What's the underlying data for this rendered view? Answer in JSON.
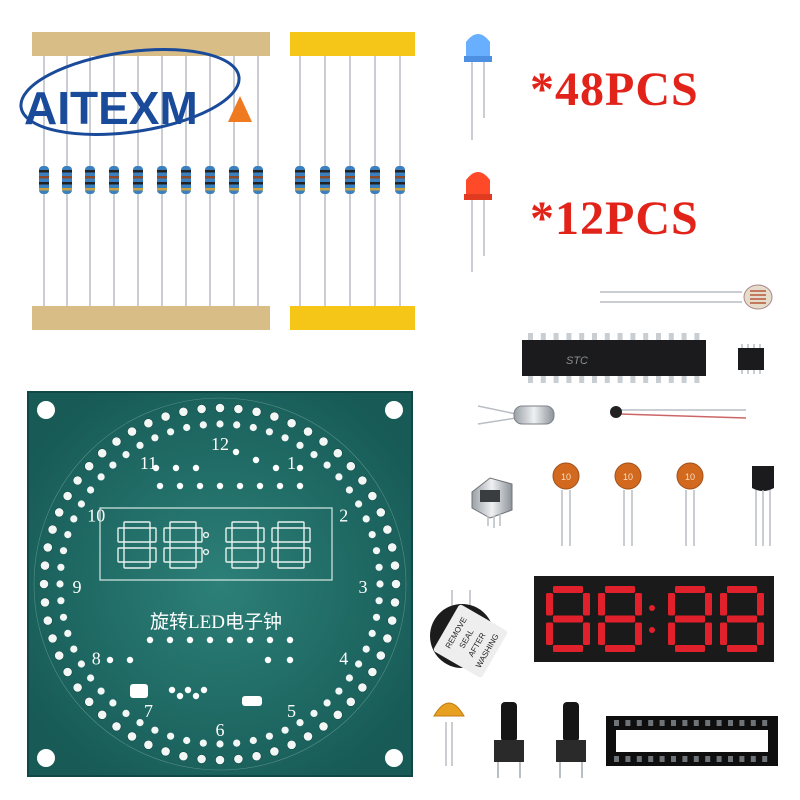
{
  "brand": {
    "logo_text": "AITEXM"
  },
  "labels": {
    "qty_a": "*48PCS",
    "qty_b": "*12PCS"
  },
  "pcb": {
    "hours": [
      "12",
      "1",
      "2",
      "3",
      "4",
      "5",
      "6",
      "7",
      "8",
      "9",
      "10",
      "11"
    ],
    "caption": "旋转LED电子钟",
    "display_text": "88:88"
  },
  "parts": {
    "chip_text": "STC",
    "ceramic_cap_code": "10",
    "buzzer_sticker": [
      "REMOVE",
      "SEAL",
      "AFTER",
      "WASHING"
    ]
  },
  "colors": {
    "pcb_green": "#1f6f6a",
    "seg_red": "#e0202a",
    "tape_tan": "#d9bd86",
    "tape_yellow": "#f5c518",
    "label_red": "#e2231a",
    "logo_blue": "#1a4a9a",
    "logo_orange": "#f07a20"
  }
}
